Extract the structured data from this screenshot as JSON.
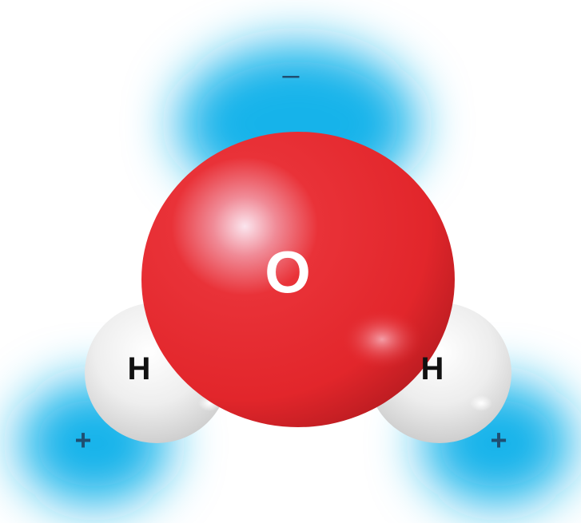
{
  "molecule": {
    "oxygen": {
      "label": "O",
      "label_color": "#ffffff",
      "color": "#e2262b"
    },
    "hydrogen_left": {
      "label": "H",
      "label_color": "#111111",
      "color": "#e6e6e6"
    },
    "hydrogen_right": {
      "label": "H",
      "label_color": "#111111",
      "color": "#e6e6e6"
    }
  },
  "charges": {
    "oxygen": "–",
    "hydrogen_left": "+",
    "hydrogen_right": "+",
    "glow_color": "#12b3ea",
    "sign_color": "#1f4f72"
  }
}
